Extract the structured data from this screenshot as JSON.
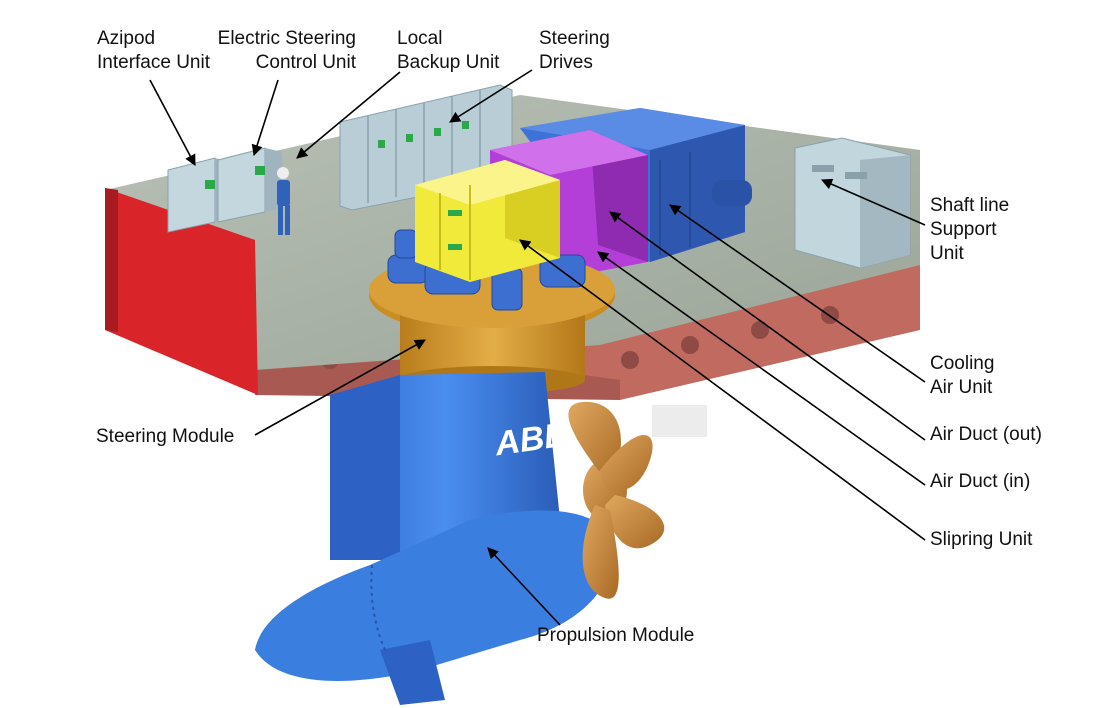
{
  "labels": {
    "azipod_interface_unit": [
      "Azipod",
      "Interface Unit"
    ],
    "electric_steering_control_unit": [
      "Electric Steering",
      "Control Unit"
    ],
    "local_backup_unit": [
      "Local",
      "Backup Unit"
    ],
    "steering_drives": [
      "Steering",
      "Drives"
    ],
    "shaft_line_support_unit": [
      "Shaft line",
      "Support",
      "Unit"
    ],
    "cooling_air_unit": [
      "Cooling",
      "Air Unit"
    ],
    "air_duct_out": "Air Duct (out)",
    "air_duct_in": "Air Duct (in)",
    "slipring_unit": "Slipring Unit",
    "steering_module": "Steering Module",
    "propulsion_module": "Propulsion Module"
  },
  "brand": "ABB",
  "colors": {
    "deck": "#a9b2a6",
    "hull": "#c46a5f",
    "hull_red": "#d9252a",
    "cabinet": "#bfd3dc",
    "motor_blue": "#3f72d6",
    "duct_purple": "#b43fd8",
    "slipring_yellow": "#f2ea3a",
    "steering_gold": "#d49a2c",
    "pod_blue": "#3a7fe0",
    "propeller_bronze": "#c9893b"
  }
}
